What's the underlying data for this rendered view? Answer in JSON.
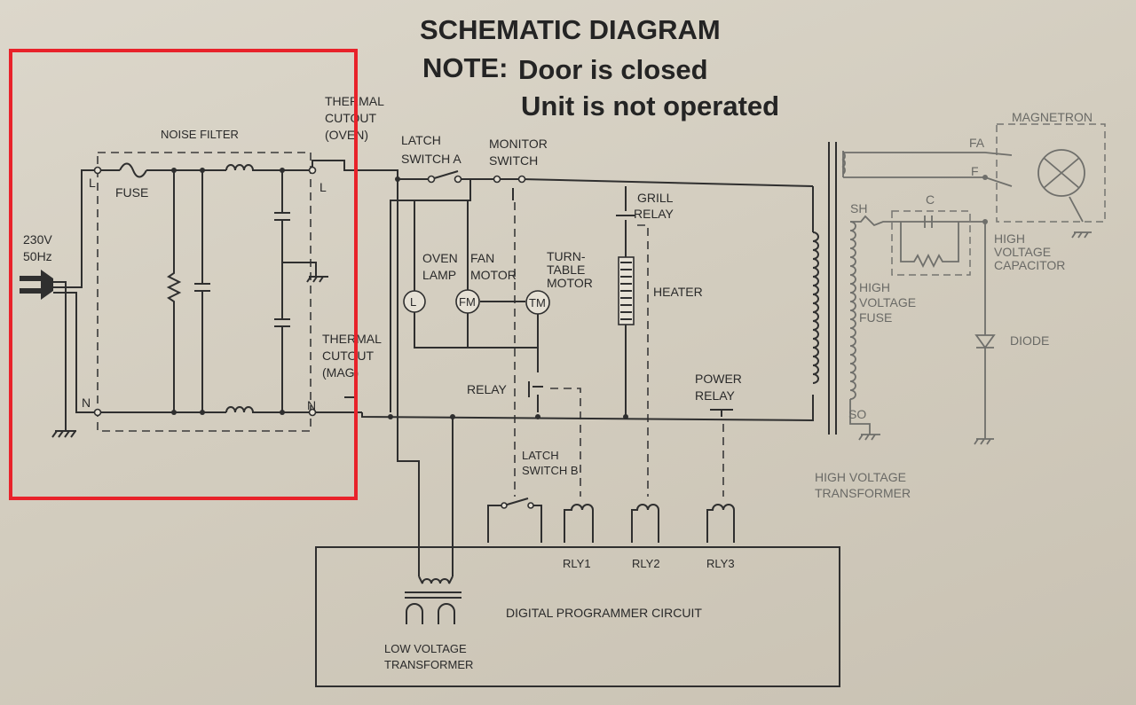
{
  "title": "SCHEMATIC DIAGRAM",
  "note": {
    "prefix": "NOTE:",
    "line1": "Door is closed",
    "line2": "Unit is not operated"
  },
  "labels": {
    "noise_filter": "NOISE FILTER",
    "fuse": "FUSE",
    "supply_voltage": "230V",
    "supply_freq": "50Hz",
    "line_l": "L",
    "line_n": "N",
    "thermal_oven_1": "THERMAL",
    "thermal_oven_2": "CUTOUT",
    "thermal_oven_3": "(OVEN)",
    "thermal_mag_1": "THERMAL",
    "thermal_mag_2": "CUTOUT",
    "thermal_mag_3": "(MAG)",
    "latch_a_1": "LATCH",
    "latch_a_2": "SWITCH A",
    "monitor_1": "MONITOR",
    "monitor_2": "SWITCH",
    "oven_lamp_1": "OVEN",
    "oven_lamp_2": "LAMP",
    "fan_motor_1": "FAN",
    "fan_motor_2": "MOTOR",
    "turntable_1": "TURN-",
    "turntable_2": "TABLE",
    "turntable_3": "MOTOR",
    "grill_relay_1": "GRILL",
    "grill_relay_2": "RELAY",
    "heater": "HEATER",
    "relay": "RELAY",
    "power_relay_1": "POWER",
    "power_relay_2": "RELAY",
    "latch_b_1": "LATCH",
    "latch_b_2": "SWITCH B",
    "rly1": "RLY1",
    "rly2": "RLY2",
    "rly3": "RLY3",
    "lvt_1": "LOW  VOLTAGE",
    "lvt_2": "TRANSFORMER",
    "dpc": "DIGITAL PROGRAMMER CIRCUIT",
    "hvt_1": "HIGH VOLTAGE",
    "hvt_2": "TRANSFORMER",
    "magnetron": "MAGNETRON",
    "fa": "FA",
    "f": "F",
    "sh": "SH",
    "so": "SO",
    "cap_c": "C",
    "hv_fuse_1": "HIGH",
    "hv_fuse_2": "VOLTAGE",
    "hv_fuse_3": "FUSE",
    "hv_cap_1": "HIGH",
    "hv_cap_2": "VOLTAGE",
    "hv_cap_3": "CAPACITOR",
    "diode": "DIODE",
    "sym_l": "L",
    "sym_fm": "FM",
    "sym_tm": "TM"
  },
  "highlight": {
    "color": "#e8222a",
    "target": "noise filter section"
  }
}
